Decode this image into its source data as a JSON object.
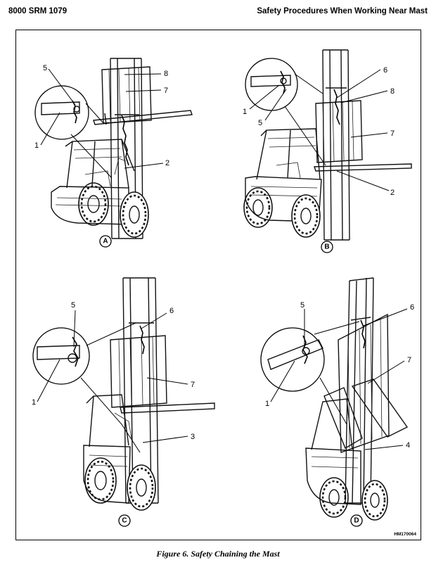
{
  "header": {
    "left": "8000 SRM 1079",
    "right": "Safety Procedures When Working Near Mast"
  },
  "figure": {
    "caption": "Figure 6. Safety Chaining the Mast",
    "art_code": "HM170064",
    "panels": [
      {
        "label": "A",
        "callouts": [
          "5",
          "8",
          "7",
          "1",
          "2"
        ]
      },
      {
        "label": "B",
        "callouts": [
          "6",
          "8",
          "1",
          "5",
          "7",
          "2"
        ]
      },
      {
        "label": "C",
        "callouts": [
          "5",
          "6",
          "7",
          "1",
          "3"
        ]
      },
      {
        "label": "D",
        "callouts": [
          "5",
          "6",
          "7",
          "1",
          "4"
        ]
      }
    ]
  }
}
